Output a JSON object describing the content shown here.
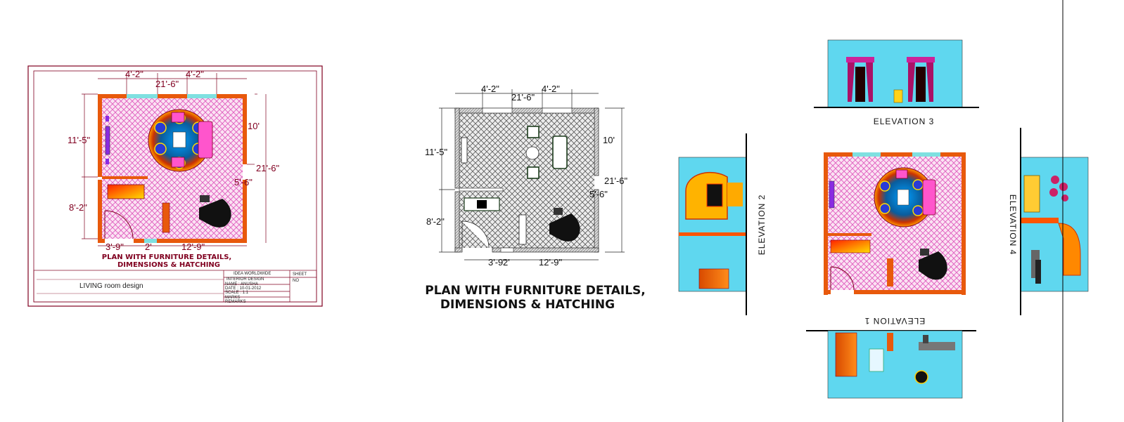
{
  "colors": {
    "maroon": "#800020",
    "wall": "#e8590c",
    "floor_pink": "#f7c8e8",
    "pattern_pink": "#e060c0",
    "elev_blue": "#5fd7ef",
    "hatch_gray": "#bdbdbd",
    "window": "#7fe0e0"
  },
  "sheet1": {
    "dim_top_left": "4'-2\"",
    "dim_top_right": "4'-2\"",
    "dim_top_overall": "21'-6\"",
    "dim_left_upper": "11'-5\"",
    "dim_left_lower": "8'-2\"",
    "dim_right_upper": "10'",
    "dim_right_overall": "21'-6\"",
    "dim_right_lower": "5'-6\"",
    "dim_bottom_left": "3'-9\"",
    "dim_bottom_mid": "2'",
    "dim_bottom_right": "12'-9\"",
    "caption_line1": "PLAN WITH FURNITURE DETAILS,",
    "caption_line2": "DIMENSIONS & HATCHING",
    "title_block": {
      "project_name": "LIVING room design",
      "company_line1": "IDEA WORLDWIDE",
      "company_line2": "INTERIOR DESIGN",
      "name": "NAME : ANUSHA",
      "date": "DATE : 10-01-2012",
      "scale": "SCALE : 1:1",
      "marks": "MARKS",
      "remarks": "REMARKS",
      "sheet_label": "SHEET",
      "sheet_no": "NO"
    }
  },
  "plan2": {
    "dim_top_left": "4'-2\"",
    "dim_top_right": "4'-2\"",
    "dim_top_overall": "21'-6\"",
    "dim_left_upper": "11'-5\"",
    "dim_left_lower": "8'-2\"",
    "dim_right_upper": "10'",
    "dim_right_overall": "21'-6\"",
    "dim_right_lower": "5'-6\"",
    "dim_bottom_left": "3'-9\"",
    "dim_bottom_mid": "2'",
    "dim_bottom_right": "12'-9\"",
    "caption_line1": "PLAN WITH FURNITURE DETAILS,",
    "caption_line2": "DIMENSIONS & HATCHING"
  },
  "elevations": {
    "elevation1": "ELEVATION 1",
    "elevation2": "ELEVATION 2",
    "elevation3": "ELEVATION 3",
    "elevation4": "ELEVATION 4"
  }
}
